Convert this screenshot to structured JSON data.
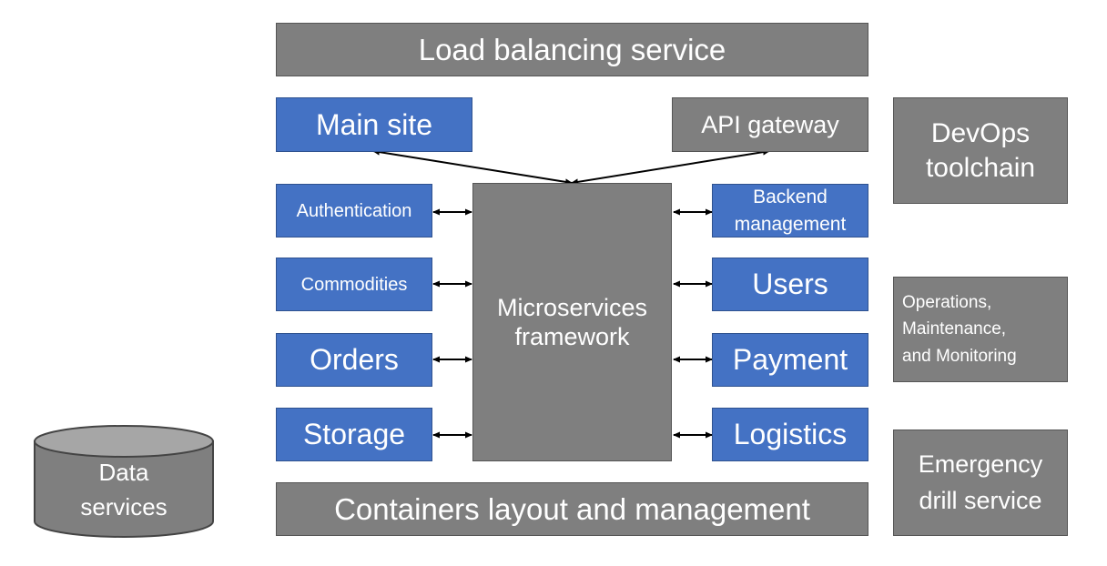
{
  "top_bar": {
    "label": "Load balancing service"
  },
  "bottom_bar": {
    "label": "Containers layout and management"
  },
  "framework": {
    "label": "Microservices framework"
  },
  "front": {
    "main_site": "Main site",
    "api_gateway": "API gateway"
  },
  "left_services": [
    {
      "label": "Authentication"
    },
    {
      "label": "Commodities"
    },
    {
      "label": "Orders"
    },
    {
      "label": "Storage"
    }
  ],
  "right_services": [
    {
      "label": "Backend management"
    },
    {
      "label": "Users"
    },
    {
      "label": "Payment"
    },
    {
      "label": "Logistics"
    }
  ],
  "side_panels": {
    "devops": "DevOps toolchain",
    "operations": "Operations, Maintenance, and Monitoring",
    "emergency": "Emergency drill service"
  },
  "data_services": {
    "label": "Data services"
  },
  "colors": {
    "service_blue": "#4472c4",
    "infra_gray": "#7f7f7f",
    "connector": "#000000",
    "text": "#ffffff"
  }
}
